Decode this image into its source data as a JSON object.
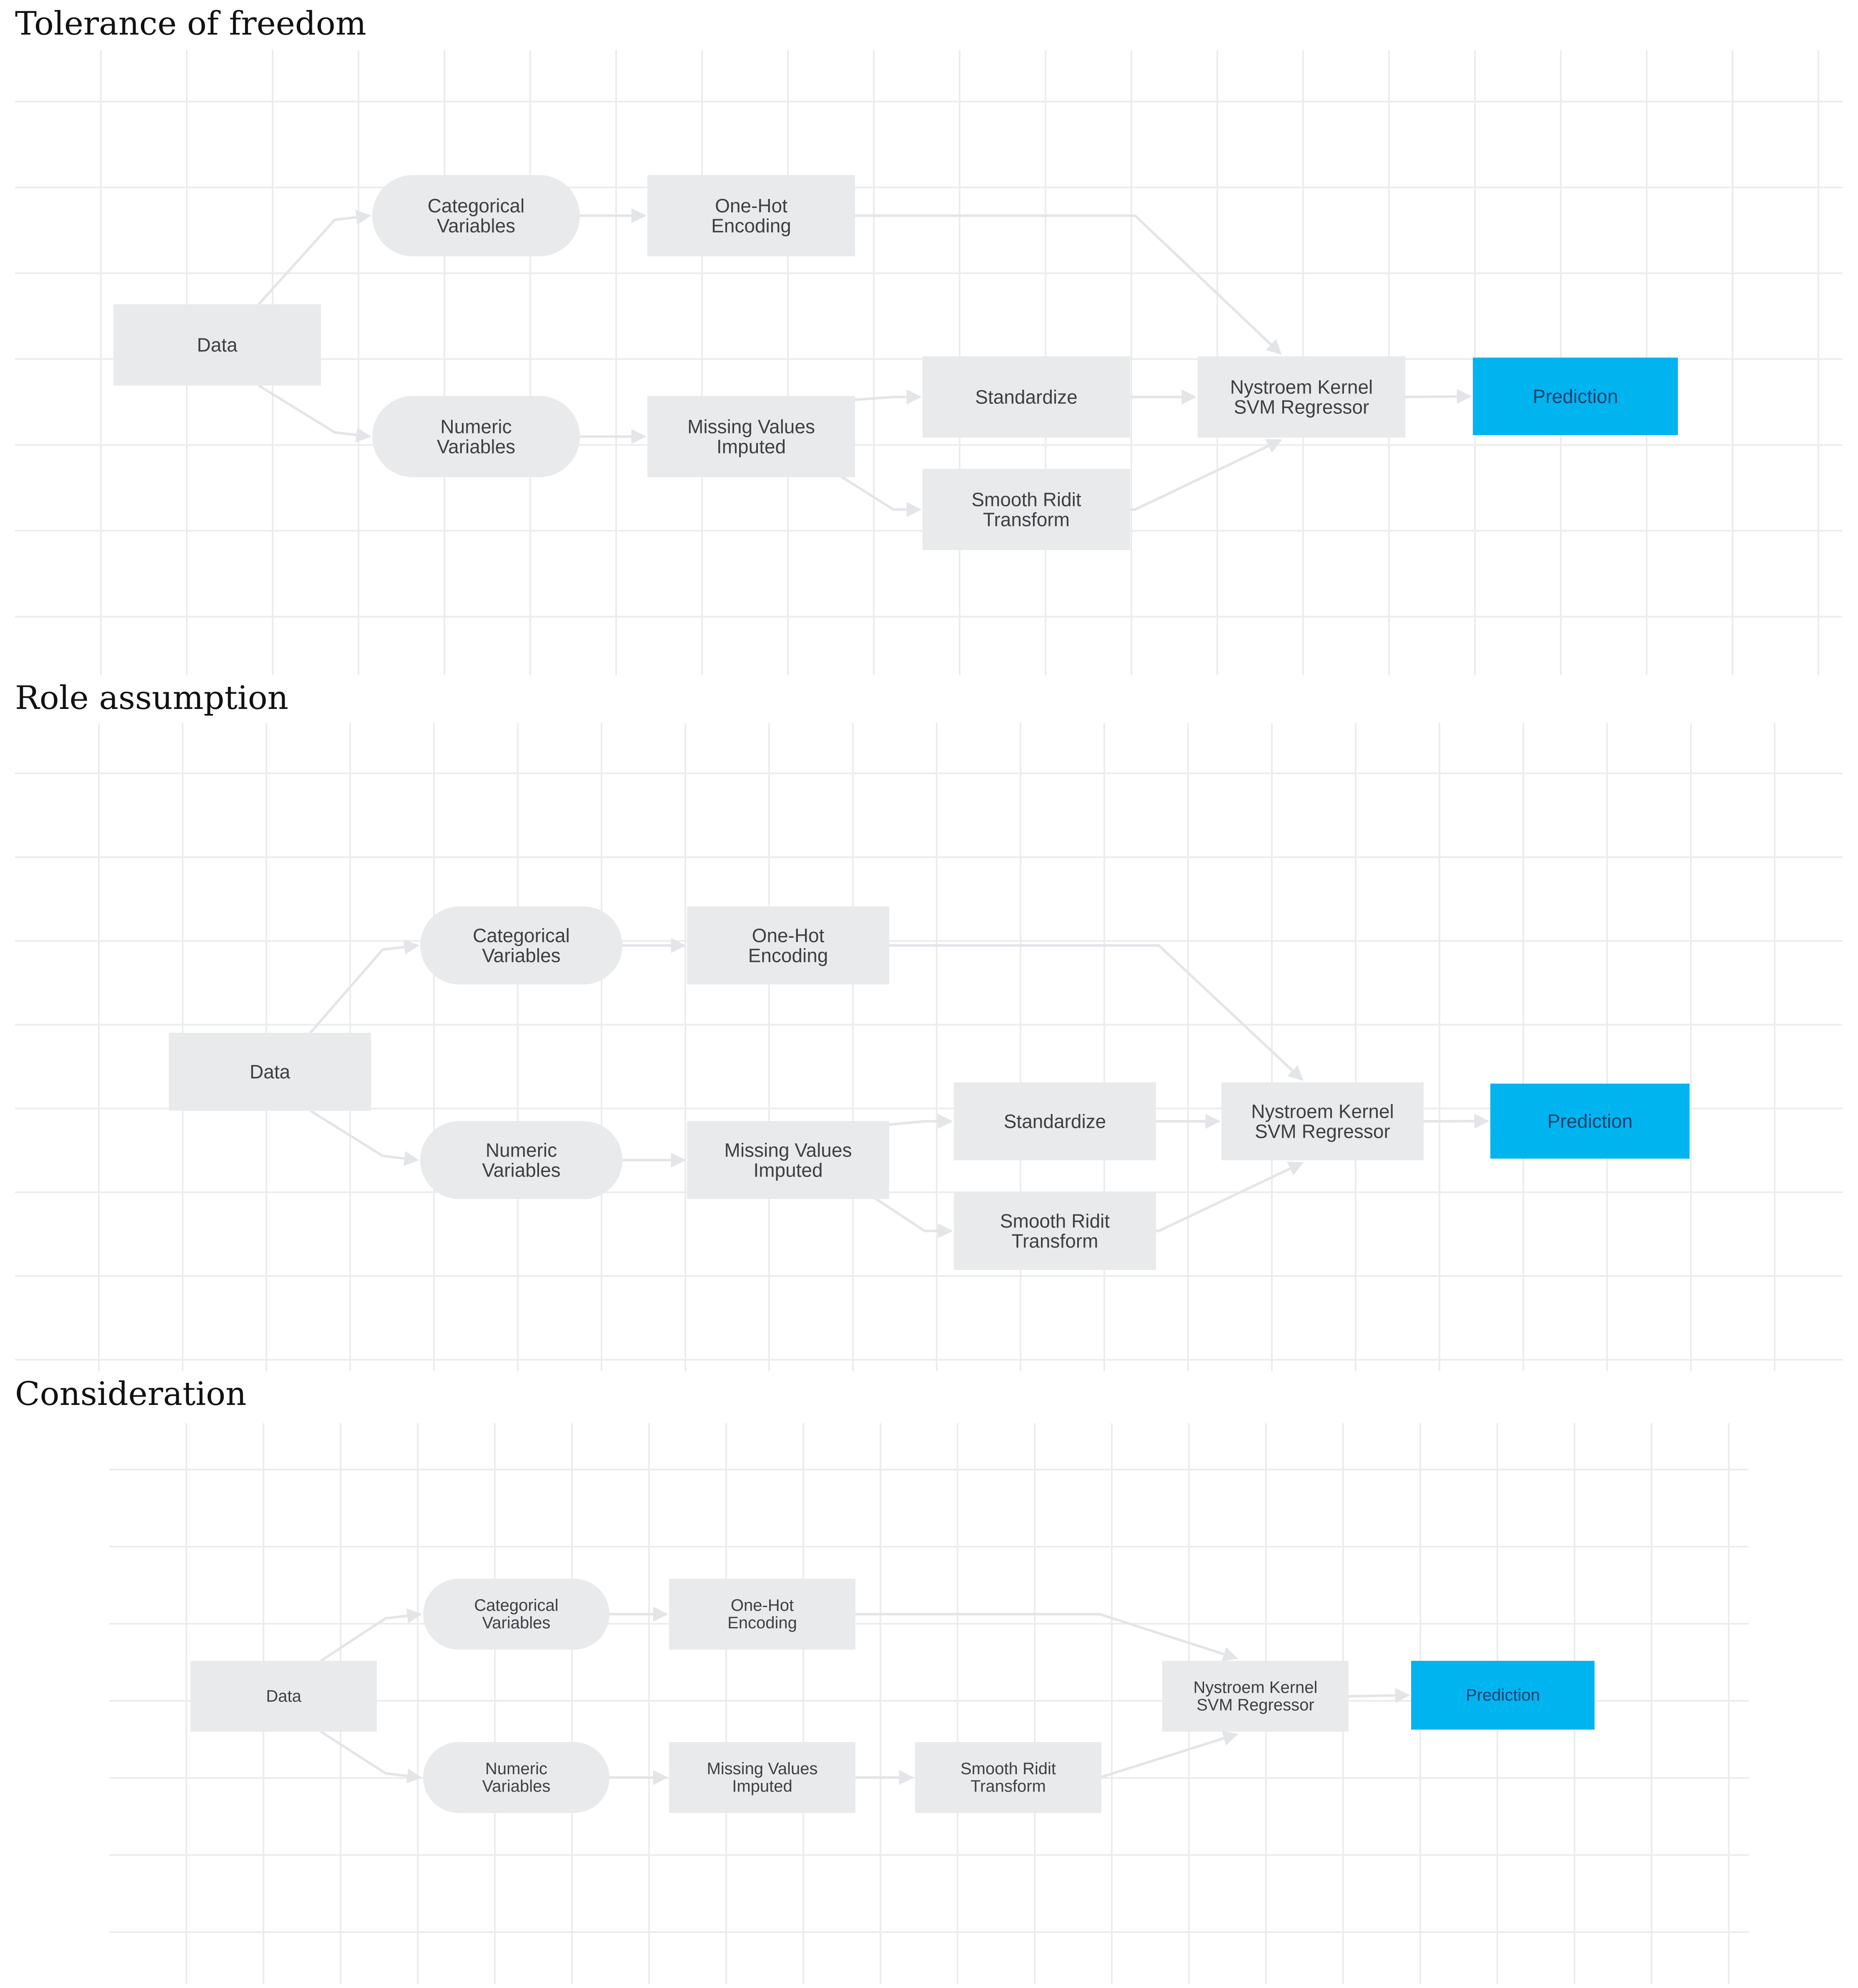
{
  "panels": [
    {
      "title": "Tolerance of freedom",
      "nodes": [
        {
          "id": "data",
          "label": [
            "Data"
          ],
          "shape": "rect"
        },
        {
          "id": "categorical",
          "label": [
            "Categorical",
            "Variables"
          ],
          "shape": "pill"
        },
        {
          "id": "onehot",
          "label": [
            "One-Hot",
            "Encoding"
          ],
          "shape": "rect"
        },
        {
          "id": "numeric",
          "label": [
            "Numeric",
            "Variables"
          ],
          "shape": "pill"
        },
        {
          "id": "missing",
          "label": [
            "Missing Values",
            "Imputed"
          ],
          "shape": "rect"
        },
        {
          "id": "standardize",
          "label": [
            "Standardize"
          ],
          "shape": "rect"
        },
        {
          "id": "ridit",
          "label": [
            "Smooth Ridit",
            "Transform"
          ],
          "shape": "rect"
        },
        {
          "id": "nystroem",
          "label": [
            "Nystroem Kernel",
            "SVM Regressor"
          ],
          "shape": "rect"
        },
        {
          "id": "prediction",
          "label": [
            "Prediction"
          ],
          "shape": "rect",
          "highlight": true
        }
      ],
      "edges": [
        [
          "data",
          "categorical"
        ],
        [
          "data",
          "numeric"
        ],
        [
          "categorical",
          "onehot"
        ],
        [
          "numeric",
          "missing"
        ],
        [
          "missing",
          "standardize"
        ],
        [
          "missing",
          "ridit"
        ],
        [
          "onehot",
          "nystroem"
        ],
        [
          "standardize",
          "nystroem"
        ],
        [
          "ridit",
          "nystroem"
        ],
        [
          "nystroem",
          "prediction"
        ]
      ]
    },
    {
      "title": "Role assumption",
      "nodes": [
        {
          "id": "data",
          "label": [
            "Data"
          ],
          "shape": "rect"
        },
        {
          "id": "categorical",
          "label": [
            "Categorical",
            "Variables"
          ],
          "shape": "pill"
        },
        {
          "id": "onehot",
          "label": [
            "One-Hot",
            "Encoding"
          ],
          "shape": "rect"
        },
        {
          "id": "numeric",
          "label": [
            "Numeric",
            "Variables"
          ],
          "shape": "pill"
        },
        {
          "id": "missing",
          "label": [
            "Missing Values",
            "Imputed"
          ],
          "shape": "rect"
        },
        {
          "id": "standardize",
          "label": [
            "Standardize"
          ],
          "shape": "rect"
        },
        {
          "id": "ridit",
          "label": [
            "Smooth Ridit",
            "Transform"
          ],
          "shape": "rect"
        },
        {
          "id": "nystroem",
          "label": [
            "Nystroem Kernel",
            "SVM Regressor"
          ],
          "shape": "rect"
        },
        {
          "id": "prediction",
          "label": [
            "Prediction"
          ],
          "shape": "rect",
          "highlight": true
        }
      ],
      "edges": [
        [
          "data",
          "categorical"
        ],
        [
          "data",
          "numeric"
        ],
        [
          "categorical",
          "onehot"
        ],
        [
          "numeric",
          "missing"
        ],
        [
          "missing",
          "standardize"
        ],
        [
          "missing",
          "ridit"
        ],
        [
          "onehot",
          "nystroem"
        ],
        [
          "standardize",
          "nystroem"
        ],
        [
          "ridit",
          "nystroem"
        ],
        [
          "nystroem",
          "prediction"
        ]
      ]
    },
    {
      "title": "Consideration",
      "nodes": [
        {
          "id": "data",
          "label": [
            "Data"
          ],
          "shape": "rect"
        },
        {
          "id": "categorical",
          "label": [
            "Categorical",
            "Variables"
          ],
          "shape": "pill"
        },
        {
          "id": "onehot",
          "label": [
            "One-Hot",
            "Encoding"
          ],
          "shape": "rect"
        },
        {
          "id": "numeric",
          "label": [
            "Numeric",
            "Variables"
          ],
          "shape": "pill"
        },
        {
          "id": "missing",
          "label": [
            "Missing Values",
            "Imputed"
          ],
          "shape": "rect"
        },
        {
          "id": "ridit",
          "label": [
            "Smooth Ridit",
            "Transform"
          ],
          "shape": "rect"
        },
        {
          "id": "nystroem",
          "label": [
            "Nystroem Kernel",
            "SVM Regressor"
          ],
          "shape": "rect"
        },
        {
          "id": "prediction",
          "label": [
            "Prediction"
          ],
          "shape": "rect",
          "highlight": true
        }
      ],
      "edges": [
        [
          "data",
          "categorical"
        ],
        [
          "data",
          "numeric"
        ],
        [
          "categorical",
          "onehot"
        ],
        [
          "numeric",
          "missing"
        ],
        [
          "missing",
          "ridit"
        ],
        [
          "onehot",
          "nystroem"
        ],
        [
          "ridit",
          "nystroem"
        ],
        [
          "nystroem",
          "prediction"
        ]
      ]
    }
  ],
  "colors": {
    "node_fill": "#e8eaec",
    "node_text": "#3c4043",
    "highlight_fill": "#00b4f0",
    "highlight_text": "#1f3f6e",
    "edge": "#e3e5e8",
    "grid": "#ececec"
  }
}
